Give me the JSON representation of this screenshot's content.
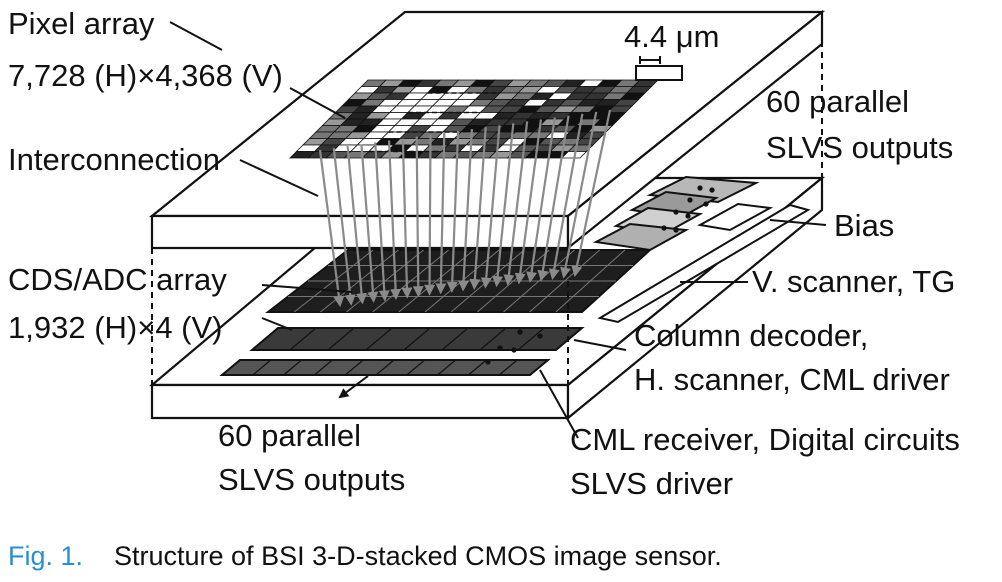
{
  "labels": {
    "pixel_array": "Pixel array",
    "pixel_size": "7,728 (H)×4,368 (V)",
    "pixel_pitch": "4.4 μm",
    "interconnection": "Interconnection",
    "cds_adc": "CDS/ADC array",
    "cds_adc_size": "1,932 (H)×4 (V)",
    "slvs_top_1": "60 parallel",
    "slvs_top_2": "SLVS outputs",
    "bias": "Bias",
    "vscanner": "V. scanner, TG",
    "col_decoder_1": "Column decoder,",
    "col_decoder_2": "H. scanner, CML driver",
    "slvs_bottom_1": "60 parallel",
    "slvs_bottom_2": "SLVS outputs",
    "cml_receiver_1": "CML receiver, Digital circuits",
    "cml_receiver_2": "SLVS driver"
  },
  "caption": {
    "fig_number": "Fig. 1.",
    "text": "Structure of BSI 3-D-stacked CMOS image sensor."
  },
  "colors": {
    "figure_number": "#2a8fd0",
    "line": "#111111",
    "arrow": "#8a8a8a"
  }
}
